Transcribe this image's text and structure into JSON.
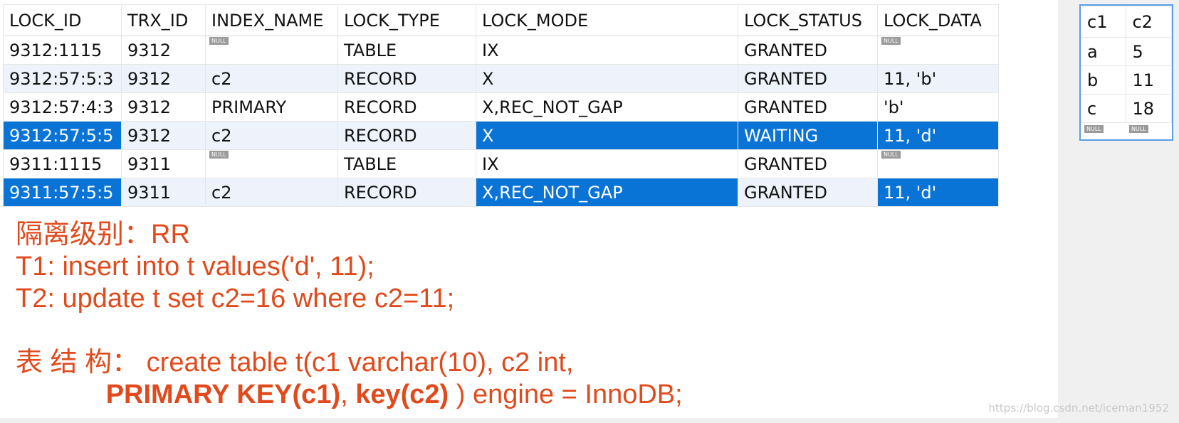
{
  "lock_table": {
    "columns": [
      "LOCK_ID",
      "TRX_ID",
      "INDEX_NAME",
      "LOCK_TYPE",
      "LOCK_MODE",
      "LOCK_STATUS",
      "LOCK_DATA"
    ],
    "rows": [
      [
        "9312:1115",
        "9312",
        "",
        "TABLE",
        "IX",
        "GRANTED",
        ""
      ],
      [
        "9312:57:5:3",
        "9312",
        "c2",
        "RECORD",
        "X",
        "GRANTED",
        "11, 'b'"
      ],
      [
        "9312:57:4:3",
        "9312",
        "PRIMARY",
        "RECORD",
        "X,REC_NOT_GAP",
        "GRANTED",
        "'b'"
      ],
      [
        "9312:57:5:5",
        "9312",
        "c2",
        "RECORD",
        "X",
        "WAITING",
        "11, 'd'"
      ],
      [
        "9311:1115",
        "9311",
        "",
        "TABLE",
        "IX",
        "GRANTED",
        ""
      ],
      [
        "9311:57:5:5",
        "9311",
        "c2",
        "RECORD",
        "X,REC_NOT_GAP",
        "GRANTED",
        "11, 'd'"
      ]
    ],
    "null_label": "NULL"
  },
  "data_table": {
    "columns": [
      "c1",
      "c2"
    ],
    "rows": [
      [
        "a",
        "5"
      ],
      [
        "b",
        "11"
      ],
      [
        "c",
        "18"
      ]
    ],
    "null_label": "NULL"
  },
  "notes": {
    "line1": "隔离级别：RR",
    "line2": "T1: insert into t values('d', 11);",
    "line3": "T2: update t set c2=16 where c2=11;",
    "line4": "表 结 构： create table t(c1 varchar(10), c2 int,",
    "line5_indent": "            ",
    "line5_bold1": "PRIMARY KEY(c1)",
    "line5_sep": ", ",
    "line5_bold2": "key(c2)",
    "line5_rest": " ) engine = InnoDB;"
  },
  "watermark": "https://blog.csdn.net/iceman1952",
  "colors": {
    "selection": "#0a74d6",
    "note_text": "#e04a1c",
    "alt_row": "#eef3fb"
  }
}
